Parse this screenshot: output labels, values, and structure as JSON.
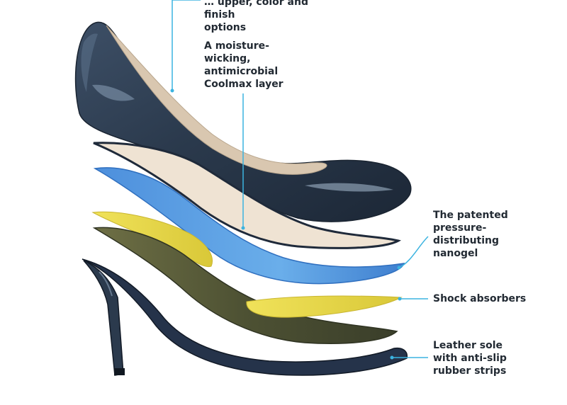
{
  "labels": {
    "upper": "… upper, color and finish\noptions",
    "lining": "A moisture-\nwicking,\nantimicrobial\nCoolmax layer",
    "nanogel": "The patented\npressure-\ndistributing\nnanogel",
    "shock": "Shock absorbers",
    "sole": "Leather sole\nwith anti-slip\nrubber strips"
  },
  "colors": {
    "leather_navy": "#2b3a4d",
    "lining_beige": "#e9dccb",
    "gel_blue": "#5b9be0",
    "shock_yellow": "#e8d84a",
    "midsole_olive": "#56593a",
    "callout_line": "#3bb3e0"
  }
}
